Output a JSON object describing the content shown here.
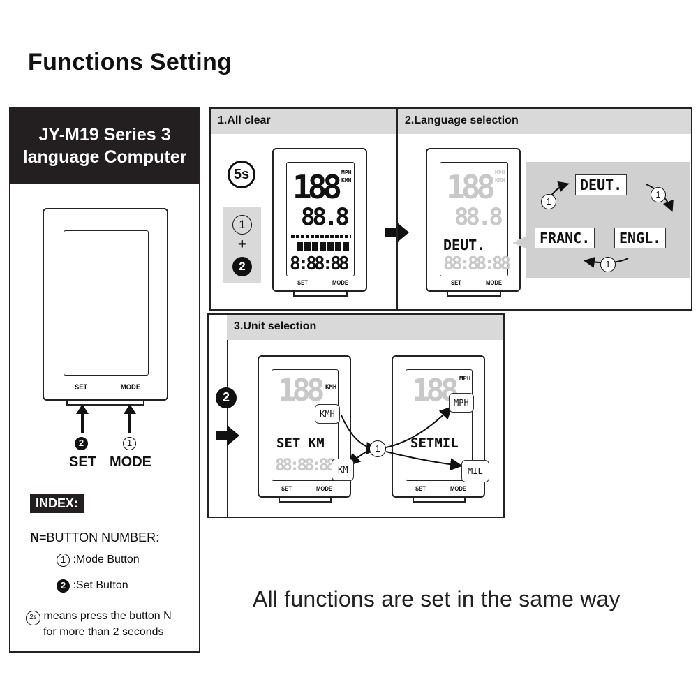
{
  "page_title": "Functions Setting",
  "left_panel": {
    "header_line1": "JY-M19 Series 3",
    "header_line2": "language Computer",
    "device_buttons": {
      "set": "SET",
      "mode": "MODE"
    },
    "button_labels": {
      "set": {
        "number": "2",
        "label": "SET"
      },
      "mode": {
        "number": "1",
        "label": "MODE"
      }
    },
    "index_title": "INDEX:",
    "index_n_label": "N",
    "index_n_desc": "=BUTTON NUMBER:",
    "index_items": [
      {
        "number": "1",
        "text": ":Mode Button"
      },
      {
        "number": "2",
        "text": ":Set Button"
      }
    ],
    "index_hold_badge": "2s",
    "index_hold_line1": "means press the button N",
    "index_hold_line2": "for more than 2 seconds"
  },
  "steps": {
    "all_clear": {
      "title": "1.All clear",
      "hold_badge": "5s",
      "combo_first": "1",
      "combo_plus": "+",
      "combo_second": "2",
      "device": {
        "set": "SET",
        "mode": "MODE",
        "big": "188",
        "small": "88.8",
        "unit1": "MPH",
        "unit2": "KMH",
        "bottom": "8:88:88"
      }
    },
    "language": {
      "title": "2.Language selection",
      "device": {
        "set": "SET",
        "mode": "MODE",
        "big": "188",
        "small": "88.8",
        "unit1": "MPH",
        "unit2": "KMH",
        "text": "DEUT.",
        "bottom": "88:88:88"
      },
      "options": [
        "DEUT.",
        "ENGL.",
        "FRANC."
      ],
      "cycle_button": "1"
    },
    "unit": {
      "title": "3.Unit selection",
      "enter_button": "2",
      "device_km": {
        "set": "SET",
        "mode": "MODE",
        "big": "188",
        "unit": "KMH",
        "line": "SET KM",
        "callout_top": "KMH",
        "callout_bottom": "KM",
        "bottom": "88:88:88"
      },
      "device_mil": {
        "set": "SET",
        "mode": "MODE",
        "big": "188",
        "unit": "MPH",
        "line": "SETMIL",
        "callout_top": "MPH",
        "callout_bottom": "MIL"
      },
      "toggle_button": "1"
    }
  },
  "footer_text": "All functions are set in the same way"
}
